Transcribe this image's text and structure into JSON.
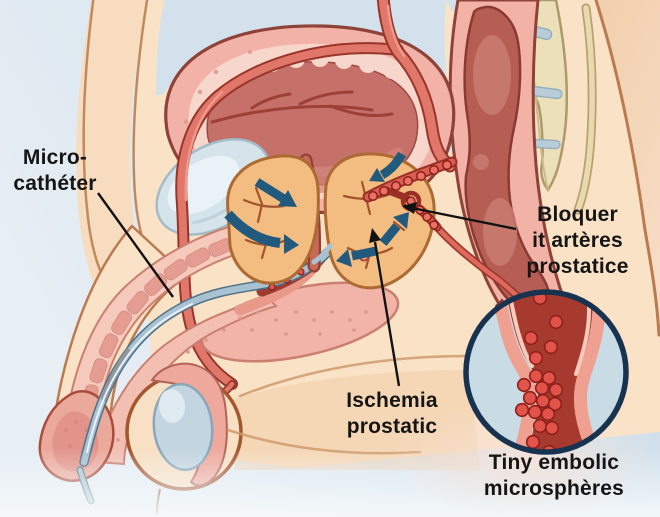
{
  "figure": {
    "labels": {
      "microcatheter": {
        "line1": "Micro-",
        "line2": "cathéter"
      },
      "blocker": {
        "line1": "Bloquer",
        "line2": "it artères",
        "line3": "prostatice"
      },
      "ischemia": {
        "line1": "Ischemia",
        "line2": "prostatic"
      },
      "microspheres": {
        "line1": "Tiny embolic",
        "line2": "microsphères"
      }
    },
    "colors": {
      "background_blue": "#cfe0ec",
      "skin": "#f9e2c6",
      "skin_shadow": "#f0c9a2",
      "organ_pink": "#f2b2a8",
      "organ_dark": "#b65e54",
      "prostate_orange": "#f3bd82",
      "artery_red": "#d95f50",
      "microsphere_red": "#e2544a",
      "arrow_navy": "#215a7c",
      "catheter_blue": "#a9c2d2",
      "bone_tan": "#ece0ba",
      "balloon_blue": "#d5e3eb",
      "inset_bg": "#c9dbe5",
      "inset_border": "#17334f",
      "label_ink": "#151515"
    }
  }
}
